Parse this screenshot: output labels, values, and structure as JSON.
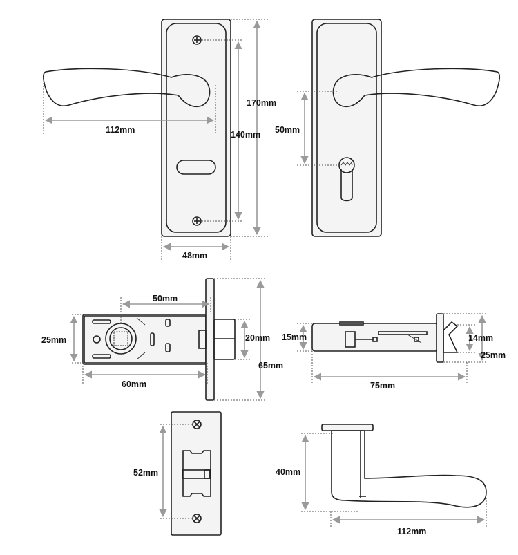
{
  "labels": {
    "front_width": "112mm",
    "front_height_total": "170mm",
    "front_screw_spacing": "140mm",
    "front_plate_width": "48mm",
    "back_cylinder_offset": "50mm",
    "latch_backset": "50mm",
    "latch_body_height": "25mm",
    "latch_bolt_height": "20mm",
    "latch_face_height": "65mm",
    "latch_length": "60mm",
    "side_bolt_height": "15mm",
    "side_face_top": "14mm",
    "side_face_bottom": "25mm",
    "side_length": "75mm",
    "strike_screw_spacing": "52mm",
    "handle_height": "40mm",
    "handle_length": "112mm"
  }
}
